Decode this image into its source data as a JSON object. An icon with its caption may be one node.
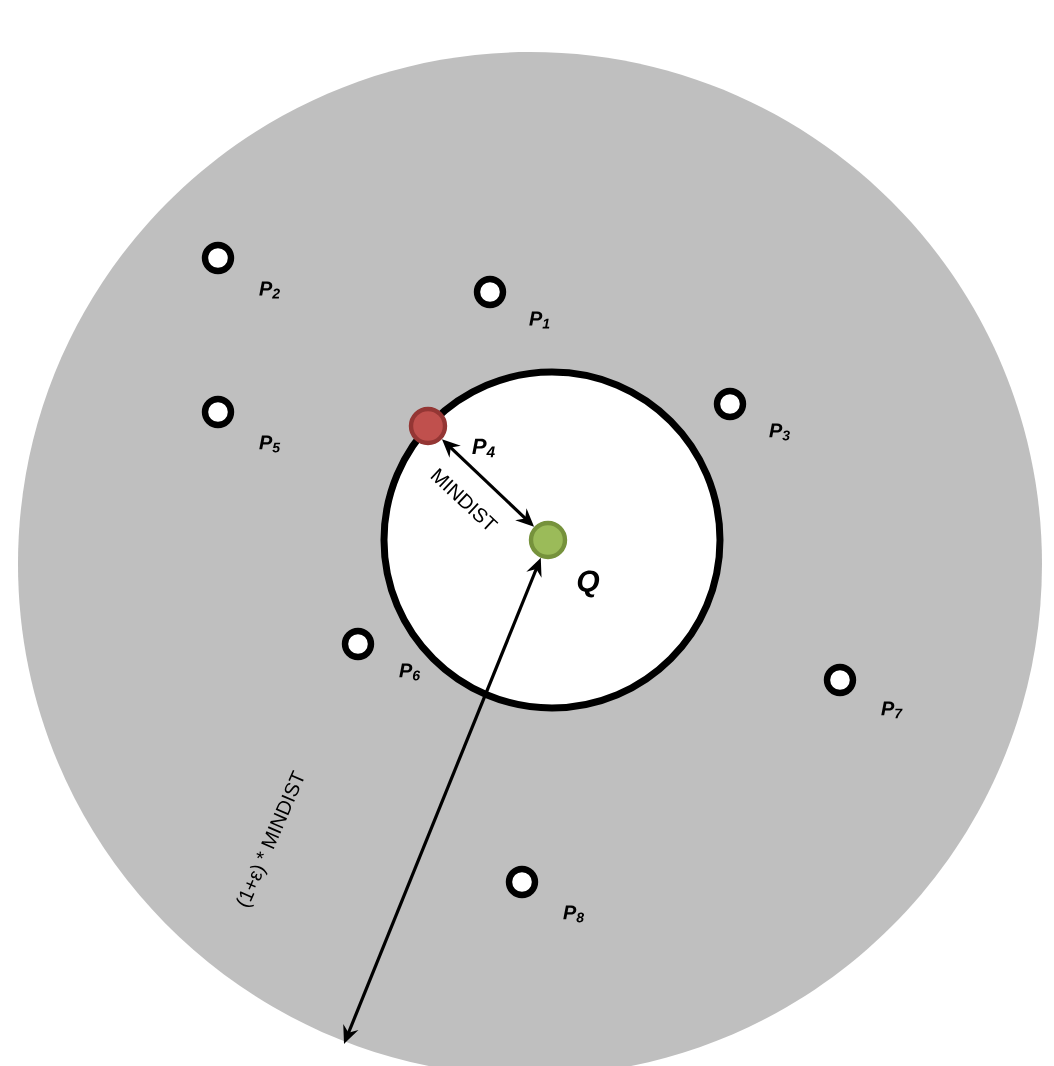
{
  "diagram": {
    "nodes": [
      {
        "text": [],
        "shape": "circle",
        "beside": [
          "P$_{1}$"
        ]
      },
      {
        "text": [],
        "shape": "circle",
        "beside": [
          "P$_{2}$"
        ]
      },
      {
        "text": [],
        "shape": "circle",
        "beside": [
          "P$_{3}$"
        ]
      },
      {
        "text": [],
        "shape": "circle",
        "beside": [
          "P$_{4}$"
        ]
      },
      {
        "text": [],
        "shape": "circle",
        "beside": [
          "P$_{5}$"
        ]
      },
      {
        "text": [],
        "shape": "circle",
        "beside": [
          "P$_{6}$"
        ]
      },
      {
        "text": [],
        "shape": "circle",
        "beside": [
          "P$_{7}$"
        ]
      },
      {
        "text": [],
        "shape": "circle",
        "beside": [
          "P$_{8}$"
        ]
      },
      {
        "text": [],
        "shape": "circle",
        "beside": [
          "Q"
        ]
      }
    ],
    "edges": [
      {
        "from": 3,
        "to": 8,
        "arrow": "both",
        "label": "MINDIST"
      },
      {
        "from": 8,
        "to": null,
        "arrow": "both",
        "label": "(1+ε) * MINDIST"
      }
    ]
  }
}
